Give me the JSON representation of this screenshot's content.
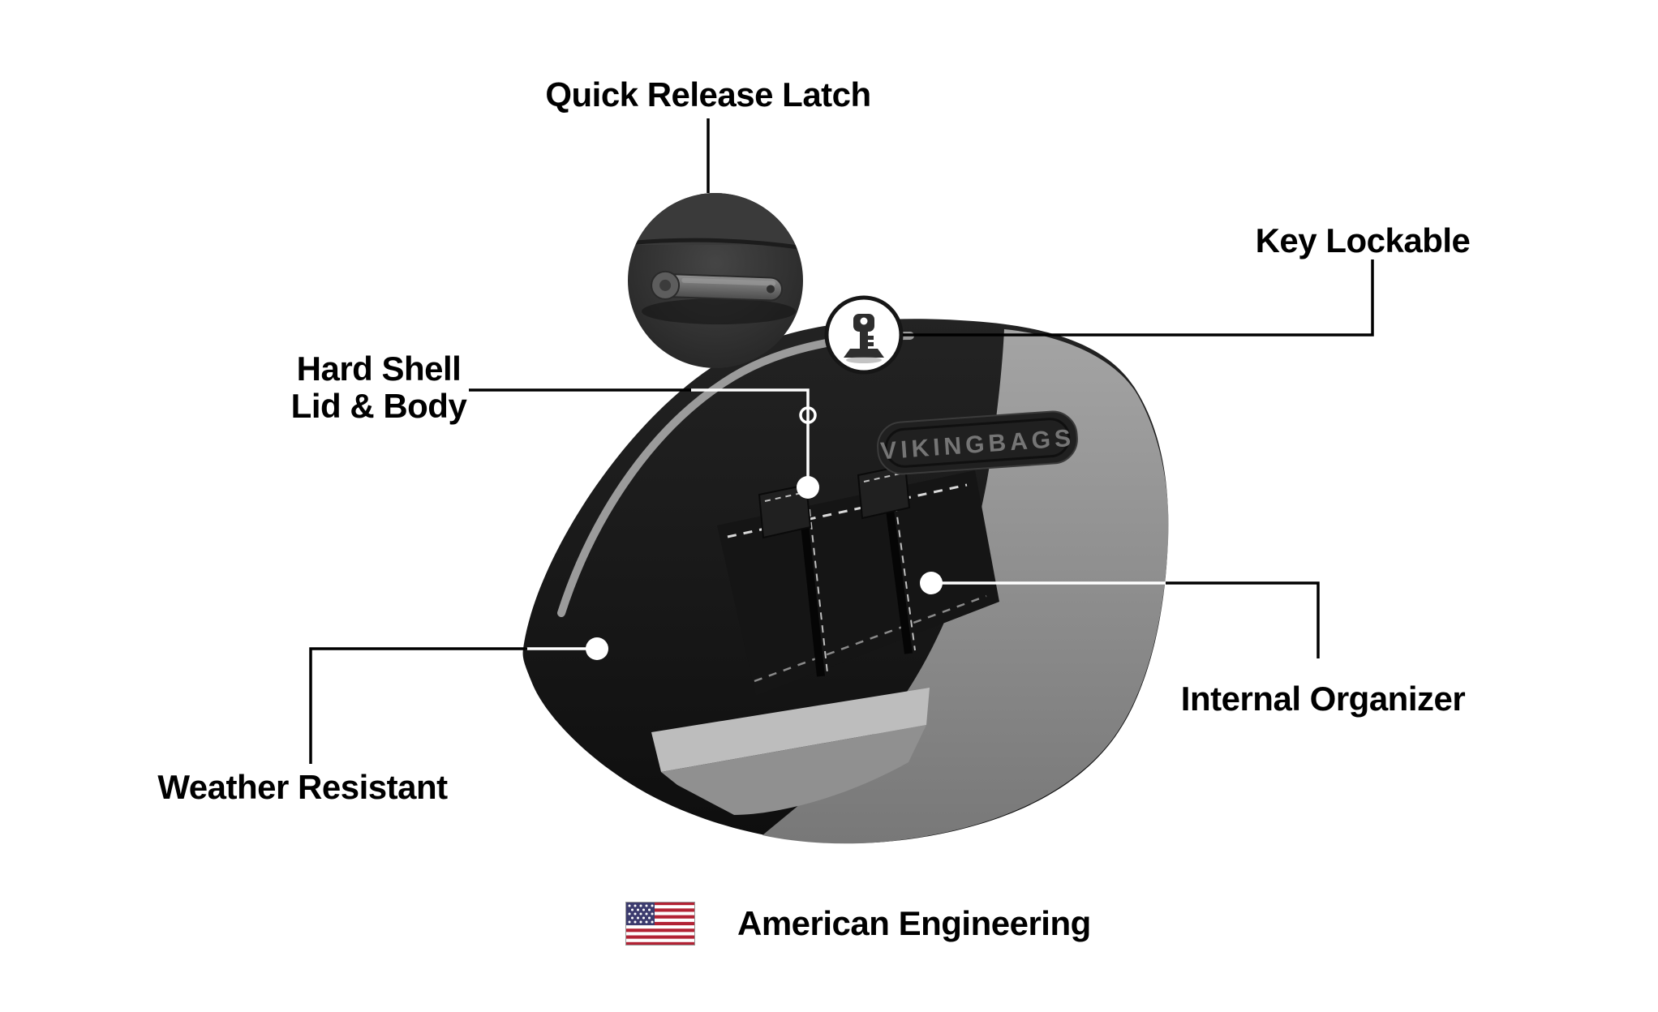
{
  "brand": {
    "logo_text": "VIKINGBAGS"
  },
  "callouts": {
    "quick_release_latch": {
      "label": "Quick Release Latch"
    },
    "key_lockable": {
      "label": "Key Lockable"
    },
    "hard_shell": {
      "label_line1": "Hard Shell",
      "label_line2": "Lid & Body"
    },
    "internal_organizer": {
      "label": "Internal Organizer"
    },
    "weather_resistant": {
      "label": "Weather Resistant"
    }
  },
  "footer": {
    "american_engineering": "American Engineering"
  },
  "icons": {
    "key": "key-icon",
    "flag": "us-flag-icon",
    "latch_detail": "latch-detail-inset"
  },
  "colors": {
    "background": "#ffffff",
    "text": "#000000",
    "callout_line_dark": "#000000",
    "callout_line_light": "#ffffff",
    "bag_shell": "#161616",
    "bag_interior_gray": "#8f8f8f",
    "interior_floor": "#bdbdbd",
    "trim_stripe": "#9b9b9b",
    "logo_plate": "#202020",
    "logo_text": "#757575",
    "flag_red": "#B22234",
    "flag_blue": "#3C3B6E"
  }
}
